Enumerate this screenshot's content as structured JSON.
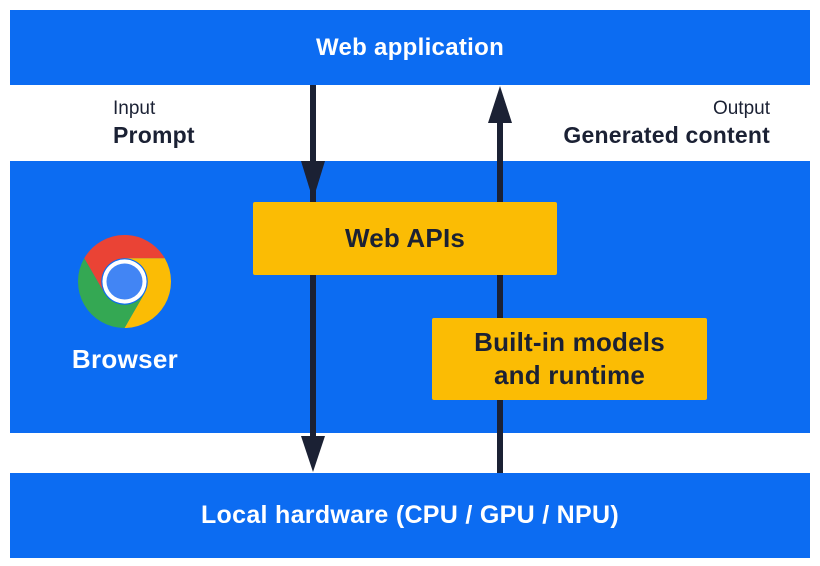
{
  "colors": {
    "section-blue": "#0c6cf2",
    "accent-yellow": "#fbbc04",
    "ink-dark": "#1b2134",
    "text-white": "#ffffff",
    "chrome-red": "#ea4335",
    "chrome-yellow": "#fbbc05",
    "chrome-green": "#34a853",
    "chrome-blue": "#4285f4"
  },
  "top_bar": {
    "label": "Web application"
  },
  "flow_labels": {
    "input_title": "Input",
    "input_value": "Prompt",
    "output_title": "Output",
    "output_value": "Generated content"
  },
  "browser_section": {
    "label": "Browser",
    "logo_icon": "chrome-logo",
    "web_apis_box": "Web APIs",
    "builtin_box_lines": [
      "Built-in models",
      "and runtime"
    ]
  },
  "bottom_bar": {
    "label": "Local hardware (CPU / GPU / NPU)"
  },
  "icons": {
    "input_arrow": "arrow-down",
    "output_arrow": "arrow-up"
  }
}
